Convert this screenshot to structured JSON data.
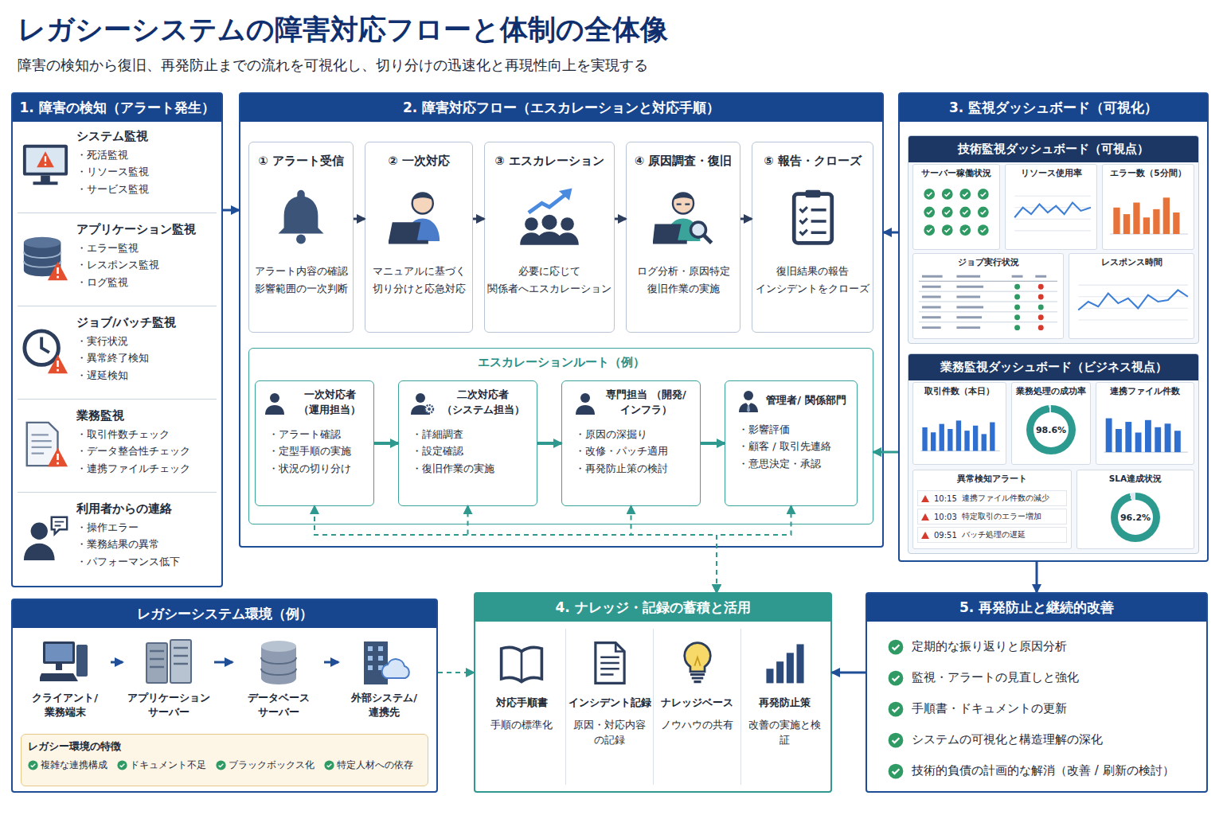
{
  "diagram": {
    "title": "レガシーシステムの障害対応フローと体制の全体像",
    "caption": "障害の検知から復旧、再発防止までの流れを可視化し、切り分けの迅速化と再現性向上を実現する",
    "nodes": [
      {
        "text": [
          "1. 障害の検知（アラート発生）"
        ]
      },
      {
        "text": [
          "システム監視",
          "・死活監視",
          "・リソース監視",
          "・サービス監視"
        ],
        "in": 0
      },
      {
        "text": [
          "アプリケーション監視",
          "・エラー監視",
          "・レスポンス監視",
          "・ログ監視"
        ],
        "in": 0
      },
      {
        "text": [
          "ジョブ/バッチ監視",
          "・実行状況",
          "・異常終了検知",
          "・遅延検知"
        ],
        "in": 0
      },
      {
        "text": [
          "業務監視",
          "・取引件数チェック",
          "・データ整合性チェック",
          "・連携ファイルチェック"
        ],
        "in": 0
      },
      {
        "text": [
          "利用者からの連絡",
          "・操作エラー",
          "・業務結果の異常",
          "・パフォーマンス低下"
        ],
        "in": 0
      },
      {
        "text": [
          "2. 障害対応フロー（エスカレーションと対応手順）"
        ]
      },
      {
        "text": [
          "① アラート受信",
          "アラート内容の確認 影響範囲の一次判断"
        ],
        "in": 6
      },
      {
        "text": [
          "② 一次対応",
          "マニュアルに基づく 切り分けと応急対応"
        ],
        "in": 6
      },
      {
        "text": [
          "③ エスカレーション",
          "必要に応じて 関係者へエスカレーション"
        ],
        "in": 6
      },
      {
        "text": [
          "④ 原因調査・復旧",
          "ログ分析・原因特定 復旧作業の実施"
        ],
        "in": 6
      },
      {
        "text": [
          "⑤ 報告・クローズ",
          "復旧結果の報告 インシデントをクローズ"
        ],
        "in": 6
      },
      {
        "text": [
          "エスカレーションルート（例）"
        ],
        "in": 6
      },
      {
        "text": [
          "一次対応者 （運用担当）",
          "・アラート確認",
          "・定型手順の実施",
          "・状況の切り分け"
        ],
        "in": 12
      },
      {
        "text": [
          "二次対応者 （システム担当）",
          "・詳細調査",
          "・設定確認",
          "・復旧作業の実施"
        ],
        "in": 12
      },
      {
        "text": [
          "専門担当 （開発/インフラ）",
          "・原因の深掘り",
          "・改修・パッチ適用",
          "・再発防止策の検討"
        ],
        "in": 12
      },
      {
        "text": [
          "管理者/ 関係部門",
          "・影響評価",
          "・顧客 / 取引先連絡",
          "・意思決定・承認"
        ],
        "in": 12
      },
      {
        "text": [
          "3. 監視ダッシュボード（可視化）"
        ]
      },
      {
        "text": [
          "技術監視ダッシュボード（可視点）"
        ],
        "in": 17
      },
      {
        "text": [
          "サーバー稼働状況"
        ],
        "in": 18
      },
      {
        "text": [
          "リソース使用率"
        ],
        "in": 18
      },
      {
        "text": [
          "エラー数（5分間）"
        ],
        "in": 18
      },
      {
        "text": [
          "ジョブ実行状況"
        ],
        "in": 18
      },
      {
        "text": [
          "レスポンス時間"
        ],
        "in": 18
      },
      {
        "text": [
          "業務監視ダッシュボード（ビジネス視点）"
        ],
        "in": 17
      },
      {
        "text": [
          "取引件数（本日）"
        ],
        "in": 24
      },
      {
        "text": [
          "業務処理の成功率",
          "98.6%"
        ],
        "in": 24
      },
      {
        "text": [
          "連携ファイル件数"
        ],
        "in": 24
      },
      {
        "text": [
          "異常検知アラート",
          "10:15",
          "連携ファイル件数の減少",
          "10:03",
          "特定取引のエラー増加",
          "09:51",
          "バッチ処理の遅延"
        ],
        "in": 24
      },
      {
        "text": [
          "SLA達成状況",
          "96.2%"
        ],
        "in": 24
      },
      {
        "text": [
          "レガシーシステム環境（例）"
        ]
      },
      {
        "text": [
          "クライアント/ 業務端末"
        ],
        "in": 30
      },
      {
        "text": [
          "アプリケーション サーバー"
        ],
        "in": 30
      },
      {
        "text": [
          "データベース サーバー"
        ],
        "in": 30
      },
      {
        "text": [
          "外部システム/ 連携先"
        ],
        "in": 30
      },
      {
        "text": [
          "レガシー環境の特徴",
          "複雑な連携構成",
          "ドキュメント不足",
          "ブラックボックス化",
          "特定人材への依存"
        ],
        "in": 30
      },
      {
        "text": [
          "4. ナレッジ・記録の蓄積と活用"
        ]
      },
      {
        "text": [
          "対応手順書",
          "手順の標準化"
        ],
        "in": 36
      },
      {
        "text": [
          "インシデント記録",
          "原因・対応内容 の記録"
        ],
        "in": 36
      },
      {
        "text": [
          "ナレッジベース",
          "ノウハウの共有"
        ],
        "in": 36
      },
      {
        "text": [
          "再発防止策",
          "改善の実施と検証"
        ],
        "in": 36
      },
      {
        "text": [
          "5. 再発防止と継続的改善",
          "定期的な振り返りと原因分析",
          "監視・アラートの見直しと強化",
          "手順書・ドキュメントの更新",
          "システムの可視化と構造理解の深化",
          "技術的負債の計画的な解消（改善 / 刷新の検討）"
        ]
      }
    ],
    "edges": [
      {
        "from": 0,
        "to": 6,
        "arrow": "to"
      },
      {
        "from": 7,
        "to": 8,
        "arrow": "to"
      },
      {
        "from": 8,
        "to": 9,
        "arrow": "to"
      },
      {
        "from": 9,
        "to": 10,
        "arrow": "to"
      },
      {
        "from": 10,
        "to": 11,
        "arrow": "to"
      },
      {
        "from": 13,
        "to": 14,
        "arrow": "to"
      },
      {
        "from": 14,
        "to": 15,
        "arrow": "to"
      },
      {
        "from": 15,
        "to": 16,
        "arrow": "to"
      },
      {
        "from": 17,
        "to": 6,
        "arrow": "to"
      },
      {
        "from": 17,
        "to": 12,
        "arrow": "to"
      },
      {
        "from": 17,
        "to": 41,
        "arrow": "to"
      },
      {
        "from": 41,
        "to": 36,
        "arrow": "to"
      },
      {
        "from": 30,
        "to": 36,
        "arrow": "to"
      },
      {
        "from": 31,
        "to": 32,
        "arrow": "to"
      },
      {
        "from": 32,
        "to": 33,
        "arrow": "to"
      },
      {
        "from": 33,
        "to": 34,
        "arrow": "to"
      },
      {
        "from": 36,
        "to": 13,
        "arrow": "both"
      },
      {
        "from": 36,
        "to": 14,
        "arrow": "both"
      },
      {
        "from": 36,
        "to": 15,
        "arrow": "both"
      },
      {
        "from": 36,
        "to": 16,
        "arrow": "both"
      }
    ]
  }
}
